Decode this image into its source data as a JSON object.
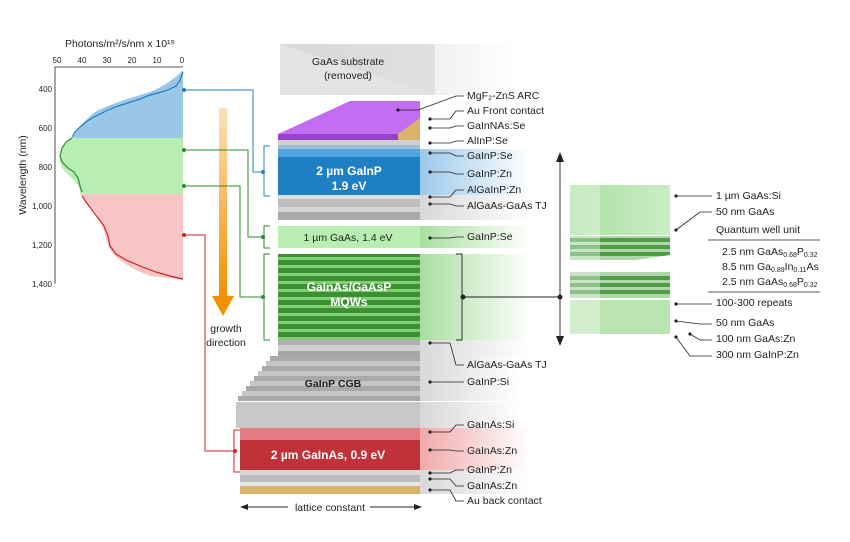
{
  "spectrum": {
    "x_axis_label": "Photons/m²/s/nm x 10¹⁹",
    "x_ticks": [
      "50",
      "40",
      "30",
      "20",
      "10",
      "0"
    ],
    "y_axis_label": "Wavelength (nm)",
    "y_ticks": [
      "400",
      "600",
      "800",
      "1,000",
      "1,200",
      "1,400"
    ]
  },
  "growth": {
    "line1": "growth",
    "line2": "direction"
  },
  "stack": {
    "substrate_line1": "GaAs substrate",
    "substrate_line2": "(removed)",
    "top_cell_line1": "2 µm GaInP",
    "top_cell_line2": "1.9 eV",
    "middle_cell": "1 µm GaAs, 1.4 eV",
    "mqw_line1": "GaInAs/GaAsP",
    "mqw_line2": "MQWs",
    "cgb": "GaInP  CGB",
    "bottom_cell": "2 µm GaInAs, 0.9 eV",
    "lattice": "lattice constant"
  },
  "layer_labels": {
    "arc": "MgF₂-ZnS ARC",
    "front_contact": "Au Front contact",
    "gainnas_se": "GaInNAs:Se",
    "alinp_se": "AlInP:Se",
    "gainp_se_1": "GaInP:Se",
    "gainp_zn_1": "GaInP:Zn",
    "algainp_zn": "AlGaInP:Zn",
    "algaas_tj_1": "AlGaAs-GaAs TJ",
    "gainp_se_2": "GaInP:Se",
    "algaas_tj_2": "AlGaAs-GaAs TJ",
    "gainp_si": "GaInP:Si",
    "gainas_si": "GaInAs:Si",
    "gainas_zn_1": "GaInAs:Zn",
    "gainp_zn_2": "GaInP:Zn",
    "gainas_zn_2": "GaInAs:Zn",
    "back_contact": "Au back contact"
  },
  "qw_labels": {
    "gaas_si": "1 µm GaAs:Si",
    "gaas_50_top": "50 nm GaAs",
    "qw_unit": "Quantum well unit",
    "repeats": "100-300 repeats",
    "gaas_50_bottom": "50 nm GaAs",
    "gaas_zn": "100 nm GaAs:Zn",
    "gainp_zn": "300 nm GaInP:Zn"
  },
  "colors": {
    "blue": "#1f7fc4",
    "green": "#2e8b2e",
    "red": "#c0323a",
    "purple": "#b44ee6",
    "gold": "#d9b46a",
    "grey": "#b9b9b9"
  }
}
